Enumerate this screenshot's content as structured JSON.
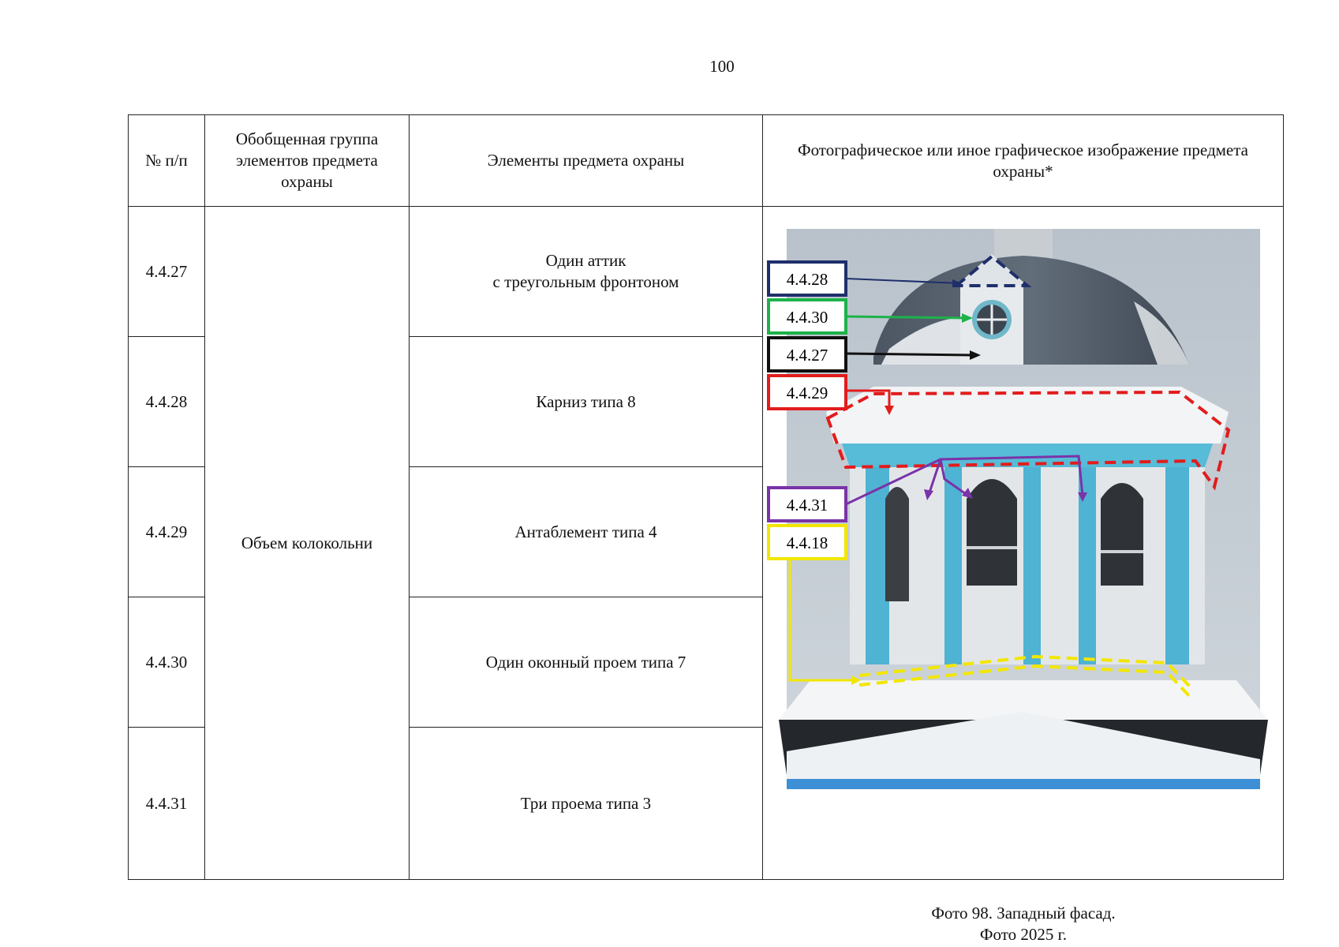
{
  "page_number": "100",
  "headers": {
    "col1": "№ п/п",
    "col2": "Обобщенная группа элементов предмета охраны",
    "col3": "Элементы предмета охраны",
    "col4": "Фотографическое или иное графическое изображение предмета охраны*"
  },
  "group": "Объем колокольни",
  "rows": [
    {
      "num": "4.4.27",
      "element_line1": "Один аттик",
      "element_line2": "с треугольным фронтоном"
    },
    {
      "num": "4.4.28",
      "element": "Карниз типа 8"
    },
    {
      "num": "4.4.29",
      "element": "Антаблемент типа 4"
    },
    {
      "num": "4.4.30",
      "element": "Один оконный проем типа 7"
    },
    {
      "num": "4.4.31",
      "element": "Три проема типа 3"
    }
  ],
  "callouts": [
    {
      "label": "4.4.28",
      "color": "#1f2f6b"
    },
    {
      "label": "4.4.30",
      "color": "#1db34a"
    },
    {
      "label": "4.4.27",
      "color": "#111111"
    },
    {
      "label": "4.4.29",
      "color": "#e21c1c"
    },
    {
      "label": "4.4.31",
      "color": "#7a33a8"
    },
    {
      "label": "4.4.18",
      "color": "#f2e600"
    }
  ],
  "caption_line1": "Фото 98. Западный фасад.",
  "caption_line2": "Фото 2025 г."
}
